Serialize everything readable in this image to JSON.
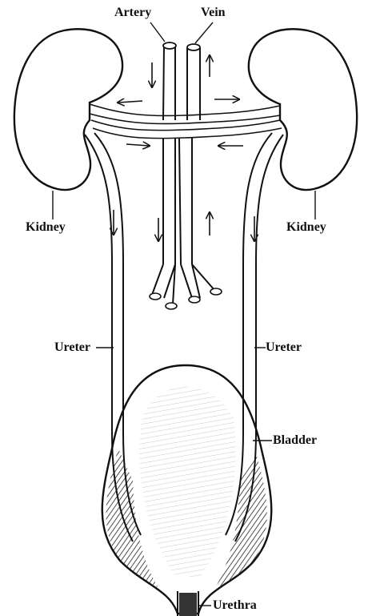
{
  "labels": {
    "artery": "Artery",
    "vein": "Vein",
    "kidney_left": "Kidney",
    "kidney_right": "Kidney",
    "ureter_left": "Ureter",
    "ureter_right": "Ureter",
    "bladder": "Bladder",
    "urethra": "Urethra"
  },
  "colors": {
    "ink": "#111111",
    "paper": "#ffffff",
    "shade": "#3a3a3a"
  }
}
